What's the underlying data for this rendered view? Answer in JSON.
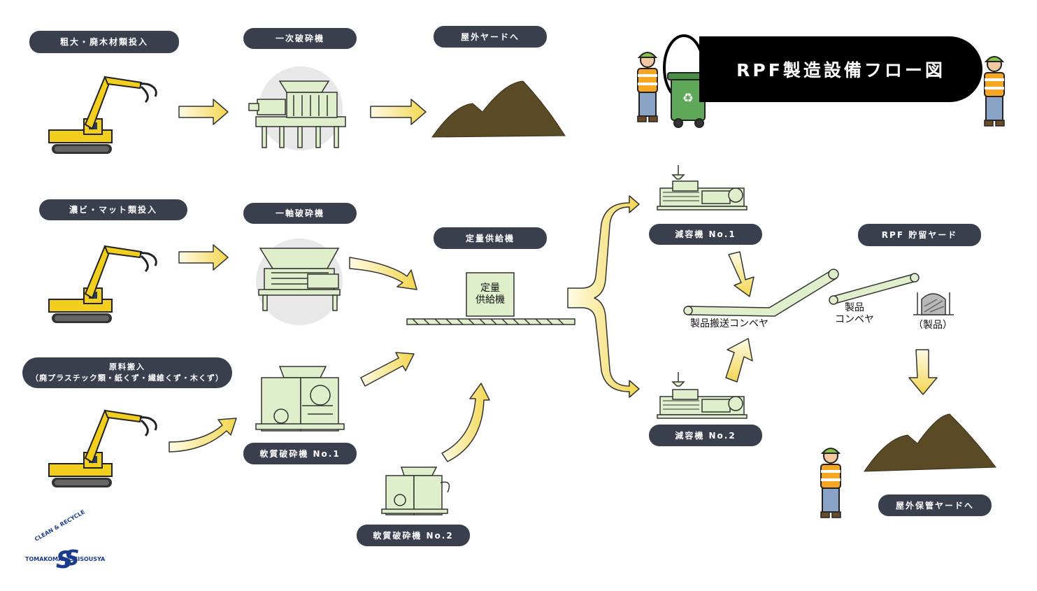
{
  "title": "RPF製造設備フロー図",
  "labels": {
    "input1": "粗大・廃木材類投入",
    "input2": "濃ビ・マット類投入",
    "input3_line1": "原料搬入",
    "input3_line2": "（廃プラスチック類・紙くず・繊維くず・木くず）",
    "primary_crusher": "一次破砕機",
    "outdoor_yard": "屋外ヤードへ",
    "single_shaft_crusher": "一軸破砕機",
    "soft_crusher_1": "軟質破砕機 No.1",
    "soft_crusher_2": "軟質破砕機 No.2",
    "fixed_feeder": "定量供給機",
    "fixed_feeder_box_line1": "定量",
    "fixed_feeder_box_line2": "供給機",
    "reducer_1": "減容機 No.1",
    "reducer_2": "減容機 No.2",
    "rpf_yard": "RPF 貯留ヤード",
    "product_transport_conveyor": "製品搬送コンベヤ",
    "product_conveyor_line1": "製品",
    "product_conveyor_line2": "コンベヤ",
    "product": "（製品）",
    "outdoor_storage": "屋外保管ヤードへ"
  },
  "logo": {
    "arc_text": "CLEAN & RECYCLE",
    "left_text": "TOMAKOMAI",
    "right_text": "SEISOUSYA"
  },
  "colors": {
    "pill": "#3a3f4e",
    "arrow": "#f5dd6a",
    "machine": "#dfeecb",
    "excavator": "#f2cf1f",
    "pile": "#5a4a26"
  }
}
